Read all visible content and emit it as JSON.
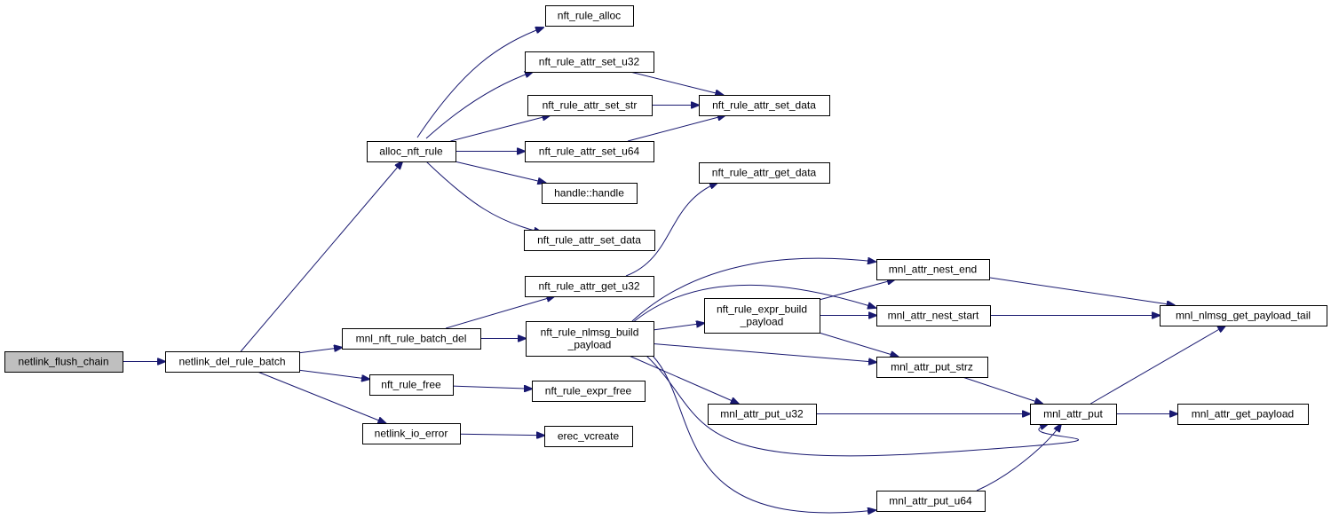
{
  "graph": {
    "edge_color": "#191970",
    "root_fill": "#bfbfbf",
    "nodes": [
      {
        "id": "netlink_flush_chain",
        "lines": [
          "netlink_flush_chain"
        ],
        "root": true
      },
      {
        "id": "netlink_del_rule_batch",
        "lines": [
          "netlink_del_rule_batch"
        ]
      },
      {
        "id": "alloc_nft_rule",
        "lines": [
          "alloc_nft_rule"
        ]
      },
      {
        "id": "nft_rule_alloc",
        "lines": [
          "nft_rule_alloc"
        ]
      },
      {
        "id": "nft_rule_attr_set_u32",
        "lines": [
          "nft_rule_attr_set_u32"
        ]
      },
      {
        "id": "nft_rule_attr_set_str",
        "lines": [
          "nft_rule_attr_set_str"
        ]
      },
      {
        "id": "nft_rule_attr_set_u64",
        "lines": [
          "nft_rule_attr_set_u64"
        ]
      },
      {
        "id": "handle_handle",
        "lines": [
          "handle::handle"
        ]
      },
      {
        "id": "nft_rule_attr_set_data_a",
        "lines": [
          "nft_rule_attr_set_data"
        ]
      },
      {
        "id": "nft_rule_attr_set_data_b",
        "lines": [
          "nft_rule_attr_set_data"
        ]
      },
      {
        "id": "nft_rule_attr_get_data",
        "lines": [
          "nft_rule_attr_get_data"
        ]
      },
      {
        "id": "nft_rule_attr_get_u32",
        "lines": [
          "nft_rule_attr_get_u32"
        ]
      },
      {
        "id": "mnl_nft_rule_batch_del",
        "lines": [
          "mnl_nft_rule_batch_del"
        ]
      },
      {
        "id": "nft_rule_nlmsg_build_payload",
        "lines": [
          "nft_rule_nlmsg_build",
          "_payload"
        ]
      },
      {
        "id": "nft_rule_expr_build_payload",
        "lines": [
          "nft_rule_expr_build",
          "_payload"
        ]
      },
      {
        "id": "mnl_attr_nest_end",
        "lines": [
          "mnl_attr_nest_end"
        ]
      },
      {
        "id": "mnl_attr_nest_start",
        "lines": [
          "mnl_attr_nest_start"
        ]
      },
      {
        "id": "mnl_attr_put_strz",
        "lines": [
          "mnl_attr_put_strz"
        ]
      },
      {
        "id": "mnl_attr_put_u32",
        "lines": [
          "mnl_attr_put_u32"
        ]
      },
      {
        "id": "mnl_attr_put",
        "lines": [
          "mnl_attr_put"
        ]
      },
      {
        "id": "mnl_attr_put_u64",
        "lines": [
          "mnl_attr_put_u64"
        ]
      },
      {
        "id": "mnl_nlmsg_get_payload_tail",
        "lines": [
          "mnl_nlmsg_get_payload_tail"
        ]
      },
      {
        "id": "mnl_attr_get_payload",
        "lines": [
          "mnl_attr_get_payload"
        ]
      },
      {
        "id": "nft_rule_free",
        "lines": [
          "nft_rule_free"
        ]
      },
      {
        "id": "nft_rule_expr_free",
        "lines": [
          "nft_rule_expr_free"
        ]
      },
      {
        "id": "netlink_io_error",
        "lines": [
          "netlink_io_error"
        ]
      },
      {
        "id": "erec_vcreate",
        "lines": [
          "erec_vcreate"
        ]
      }
    ],
    "edges": [
      [
        "netlink_flush_chain",
        "netlink_del_rule_batch"
      ],
      [
        "netlink_del_rule_batch",
        "alloc_nft_rule"
      ],
      [
        "netlink_del_rule_batch",
        "mnl_nft_rule_batch_del"
      ],
      [
        "netlink_del_rule_batch",
        "nft_rule_free"
      ],
      [
        "netlink_del_rule_batch",
        "netlink_io_error"
      ],
      [
        "alloc_nft_rule",
        "nft_rule_alloc"
      ],
      [
        "alloc_nft_rule",
        "nft_rule_attr_set_u32"
      ],
      [
        "alloc_nft_rule",
        "nft_rule_attr_set_str"
      ],
      [
        "alloc_nft_rule",
        "nft_rule_attr_set_u64"
      ],
      [
        "alloc_nft_rule",
        "handle_handle"
      ],
      [
        "alloc_nft_rule",
        "nft_rule_attr_set_data_b"
      ],
      [
        "nft_rule_attr_set_u32",
        "nft_rule_attr_set_data_a"
      ],
      [
        "nft_rule_attr_set_str",
        "nft_rule_attr_set_data_a"
      ],
      [
        "nft_rule_attr_set_u64",
        "nft_rule_attr_set_data_a"
      ],
      [
        "mnl_nft_rule_batch_del",
        "nft_rule_attr_get_u32"
      ],
      [
        "mnl_nft_rule_batch_del",
        "nft_rule_nlmsg_build_payload"
      ],
      [
        "nft_rule_attr_get_u32",
        "nft_rule_attr_get_data"
      ],
      [
        "nft_rule_nlmsg_build_payload",
        "mnl_attr_nest_end"
      ],
      [
        "nft_rule_nlmsg_build_payload",
        "mnl_attr_nest_start"
      ],
      [
        "nft_rule_nlmsg_build_payload",
        "nft_rule_expr_build_payload"
      ],
      [
        "nft_rule_nlmsg_build_payload",
        "mnl_attr_put_strz"
      ],
      [
        "nft_rule_nlmsg_build_payload",
        "mnl_attr_put_u32"
      ],
      [
        "nft_rule_nlmsg_build_payload",
        "mnl_attr_put"
      ],
      [
        "nft_rule_nlmsg_build_payload",
        "mnl_attr_put_u64"
      ],
      [
        "nft_rule_expr_build_payload",
        "mnl_attr_nest_end"
      ],
      [
        "nft_rule_expr_build_payload",
        "mnl_attr_nest_start"
      ],
      [
        "nft_rule_expr_build_payload",
        "mnl_attr_put_strz"
      ],
      [
        "mnl_attr_nest_end",
        "mnl_nlmsg_get_payload_tail"
      ],
      [
        "mnl_attr_nest_start",
        "mnl_nlmsg_get_payload_tail"
      ],
      [
        "mnl_attr_put_strz",
        "mnl_attr_put"
      ],
      [
        "mnl_attr_put_u32",
        "mnl_attr_put"
      ],
      [
        "mnl_attr_put_u64",
        "mnl_attr_put"
      ],
      [
        "mnl_attr_put",
        "mnl_nlmsg_get_payload_tail"
      ],
      [
        "mnl_attr_put",
        "mnl_attr_get_payload"
      ],
      [
        "nft_rule_free",
        "nft_rule_expr_free"
      ],
      [
        "netlink_io_error",
        "erec_vcreate"
      ]
    ]
  }
}
